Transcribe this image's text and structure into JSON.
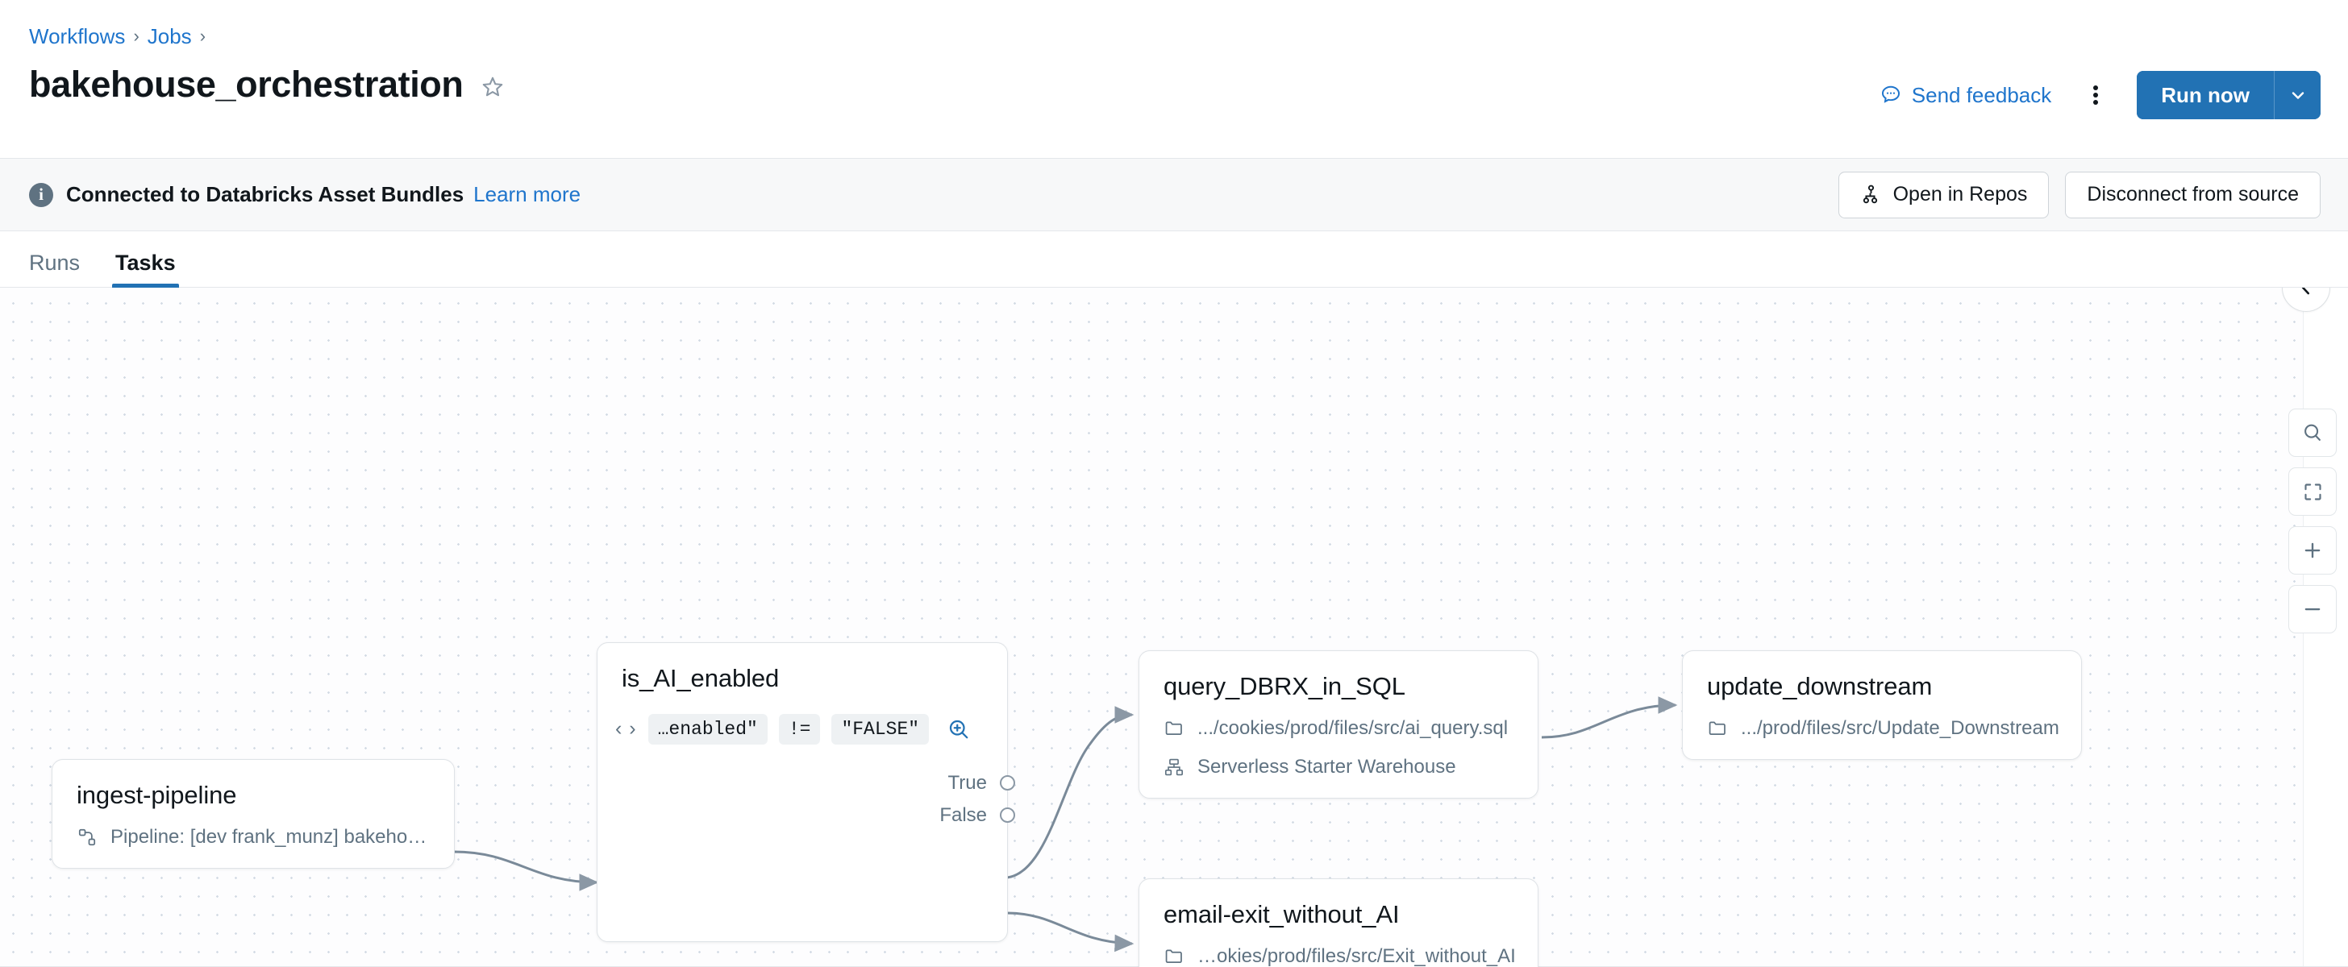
{
  "breadcrumb": {
    "items": [
      {
        "label": "Workflows",
        "sep": "›"
      },
      {
        "label": "Jobs",
        "sep": "›"
      }
    ]
  },
  "header": {
    "title": "bakehouse_orchestration",
    "star_icon": "star-outline-icon",
    "send_feedback": "Send feedback",
    "kebab_icon": "overflow-menu-icon",
    "run_now": "Run now",
    "run_now_caret_icon": "chevron-down-icon"
  },
  "banner": {
    "info_icon": "info-icon",
    "info_glyph": "i",
    "text": "Connected to Databricks Asset Bundles",
    "link": "Learn more",
    "open_in_repos": "Open in Repos",
    "open_in_repos_icon": "repo-tree-icon",
    "disconnect": "Disconnect from source"
  },
  "tabs": [
    {
      "label": "Runs",
      "active": false
    },
    {
      "label": "Tasks",
      "active": true
    }
  ],
  "canvas": {
    "collapse_icon": "chevron-left-icon",
    "tools": [
      {
        "name": "search-icon",
        "label": "Search"
      },
      {
        "name": "fit-to-screen-icon",
        "label": "Fit to screen"
      },
      {
        "name": "zoom-in-icon",
        "label": "Zoom in"
      },
      {
        "name": "zoom-out-icon",
        "label": "Zoom out"
      }
    ]
  },
  "graph": {
    "nodes": [
      {
        "id": "ingest-pipeline",
        "title": "ingest-pipeline",
        "rows": [
          {
            "icon": "pipeline-icon",
            "text": "Pipeline:  [dev frank_munz] bakeho…"
          }
        ]
      },
      {
        "id": "is_AI_enabled",
        "title": "is_AI_enabled",
        "type": "condition",
        "code_glyph": "‹ ›",
        "expression": {
          "left": "…enabled\"",
          "operator": "!=",
          "right": "\"FALSE\""
        },
        "magnifier_icon": "zoom-expression-icon",
        "ports": [
          {
            "label": "True"
          },
          {
            "label": "False"
          }
        ]
      },
      {
        "id": "query_DBRX_in_SQL",
        "title": "query_DBRX_in_SQL",
        "rows": [
          {
            "icon": "folder-icon",
            "text": ".../cookies/prod/files/src/ai_query.sql"
          },
          {
            "icon": "warehouse-icon",
            "text": "Serverless Starter Warehouse"
          }
        ]
      },
      {
        "id": "update_downstream",
        "title": "update_downstream",
        "rows": [
          {
            "icon": "folder-icon",
            "text": ".../prod/files/src/Update_Downstream"
          }
        ]
      },
      {
        "id": "email-exit_without_AI",
        "title": "email-exit_without_AI",
        "rows": [
          {
            "icon": "folder-icon",
            "text": "…okies/prod/files/src/Exit_without_AI"
          }
        ]
      }
    ],
    "edges": [
      {
        "from": "ingest-pipeline",
        "to": "is_AI_enabled",
        "label": ""
      },
      {
        "from": "is_AI_enabled",
        "to": "query_DBRX_in_SQL",
        "label": "True"
      },
      {
        "from": "is_AI_enabled",
        "to": "email-exit_without_AI",
        "label": "False"
      },
      {
        "from": "query_DBRX_in_SQL",
        "to": "update_downstream",
        "label": ""
      }
    ]
  },
  "colors": {
    "accent": "#2272b4",
    "link": "#1f75cc",
    "text": "#11171c",
    "muted": "#5f7281",
    "border": "#dfe3e7",
    "edge": "#7a8a99"
  }
}
